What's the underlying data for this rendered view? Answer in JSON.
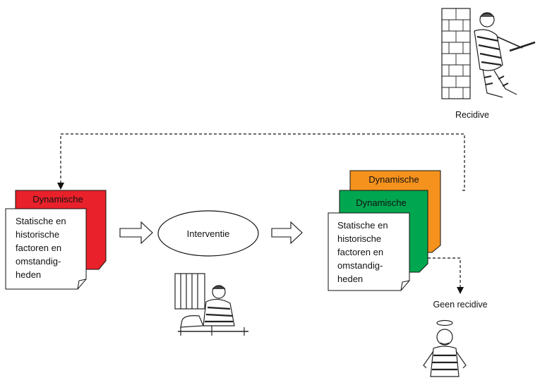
{
  "labels": {
    "recidive": "Recidive",
    "geen_recidive": "Geen recidive",
    "interventie": "Interventie",
    "dynamische_left": "Dynamische",
    "dynamische_right_back": "Dynamische",
    "dynamische_right_front": "Dynamische"
  },
  "static_card": {
    "lines": [
      "Statische en",
      "historische",
      "factoren en",
      "omstandig-",
      "heden"
    ]
  },
  "colors": {
    "red": "#e8212a",
    "orange": "#f5921e",
    "green": "#00a650"
  },
  "icons": {
    "top_right": "burglar-escaping-icon",
    "middle": "prisoner-in-cell-icon",
    "bottom_right": "reformed-angel-icon"
  }
}
